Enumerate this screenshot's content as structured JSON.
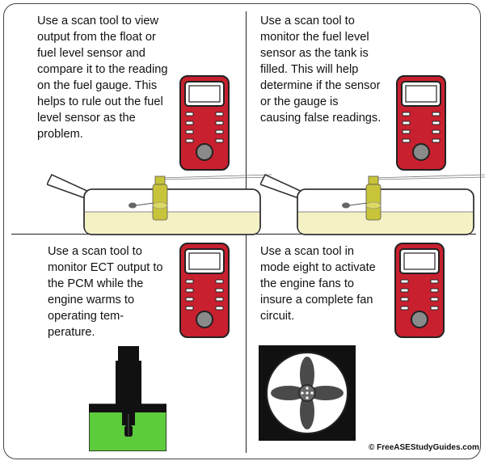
{
  "panels": [
    {
      "text": "Use a scan tool to view output from the float or fuel level sensor and compare it to the reading on the fuel gauge. This helps to rule out the fuel level sensor as the problem."
    },
    {
      "text": "Use a scan tool to monitor the fuel level sensor as the tank is filled. This will help determine if the sensor or the gauge is causing false readings."
    },
    {
      "text": "Use a scan tool to monitor ECT output to the PCM while the engine warms to operating tem-perature."
    },
    {
      "text": "Use a scan tool in mode eight to activate the engine fans to insure a complete fan circuit."
    }
  ],
  "copyright": "© FreeASEStudyGuides.com",
  "colors": {
    "scan_tool_body": "#c8202f",
    "fuel": "#f4f2c4",
    "sensor": "#c8c43a",
    "coolant": "#5ccc3c",
    "fan_background": "#111111",
    "frame": "#444444"
  },
  "icons": [
    "scan-tool-icon",
    "fuel-tank",
    "fuel-level-sensor",
    "ect-sensor",
    "engine-fan"
  ]
}
